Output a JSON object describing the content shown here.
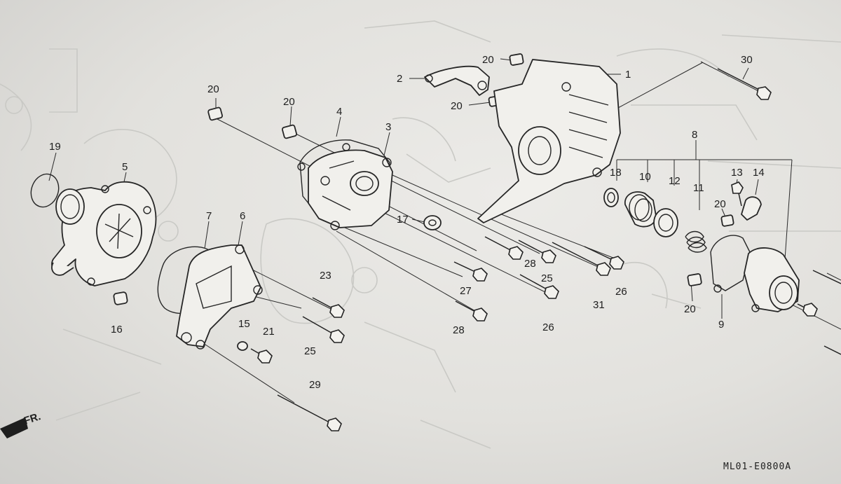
{
  "diagram": {
    "drawing_code": "ML01-E0800A",
    "direction_label": "FR.",
    "callouts": [
      {
        "id": "c1",
        "text": "1"
      },
      {
        "id": "c2",
        "text": "2"
      },
      {
        "id": "c3",
        "text": "3"
      },
      {
        "id": "c4",
        "text": "4"
      },
      {
        "id": "c5",
        "text": "5"
      },
      {
        "id": "c6",
        "text": "6"
      },
      {
        "id": "c7",
        "text": "7"
      },
      {
        "id": "c8",
        "text": "8"
      },
      {
        "id": "c9",
        "text": "9"
      },
      {
        "id": "c10",
        "text": "10"
      },
      {
        "id": "c11",
        "text": "11"
      },
      {
        "id": "c12",
        "text": "12"
      },
      {
        "id": "c13",
        "text": "13"
      },
      {
        "id": "c14",
        "text": "14"
      },
      {
        "id": "c15",
        "text": "15"
      },
      {
        "id": "c16",
        "text": "16"
      },
      {
        "id": "c17",
        "text": "17"
      },
      {
        "id": "c18",
        "text": "18"
      },
      {
        "id": "c19",
        "text": "19"
      },
      {
        "id": "c20a",
        "text": "20"
      },
      {
        "id": "c20b",
        "text": "20"
      },
      {
        "id": "c20c",
        "text": "20"
      },
      {
        "id": "c20d",
        "text": "20"
      },
      {
        "id": "c20e",
        "text": "20"
      },
      {
        "id": "c20f",
        "text": "20"
      },
      {
        "id": "c21",
        "text": "21"
      },
      {
        "id": "c23",
        "text": "23"
      },
      {
        "id": "c25a",
        "text": "25"
      },
      {
        "id": "c25b",
        "text": "25"
      },
      {
        "id": "c26a",
        "text": "26"
      },
      {
        "id": "c26b",
        "text": "26"
      },
      {
        "id": "c27",
        "text": "27"
      },
      {
        "id": "c28a",
        "text": "28"
      },
      {
        "id": "c28b",
        "text": "28"
      },
      {
        "id": "c29",
        "text": "29"
      },
      {
        "id": "c30",
        "text": "30"
      },
      {
        "id": "c31",
        "text": "31"
      }
    ]
  }
}
